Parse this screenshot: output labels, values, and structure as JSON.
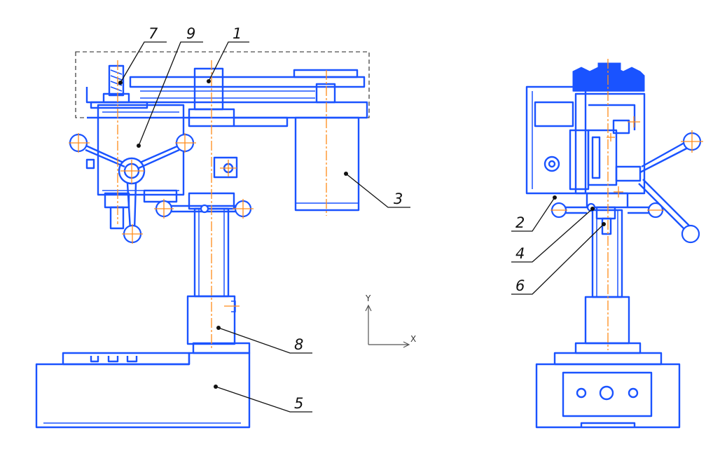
{
  "diagram": {
    "callouts": [
      {
        "id": "c1",
        "label": "1"
      },
      {
        "id": "c2",
        "label": "2"
      },
      {
        "id": "c3",
        "label": "3"
      },
      {
        "id": "c4",
        "label": "4"
      },
      {
        "id": "c5",
        "label": "5"
      },
      {
        "id": "c6",
        "label": "6"
      },
      {
        "id": "c7",
        "label": "7"
      },
      {
        "id": "c8",
        "label": "8"
      },
      {
        "id": "c9",
        "label": "9"
      }
    ],
    "axes": {
      "x_label": "X",
      "y_label": "Y"
    },
    "colors": {
      "outline": "#1a53ff",
      "centerline": "#ff8c1a",
      "annotation": "#111111"
    }
  }
}
